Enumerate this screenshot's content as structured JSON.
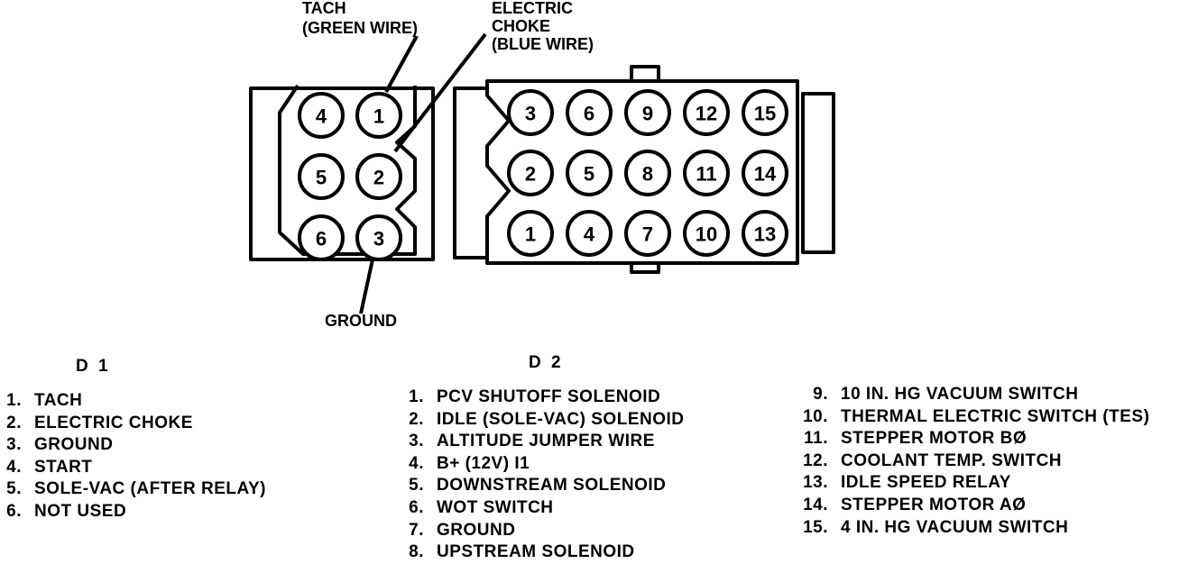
{
  "callouts": {
    "tach": [
      "TACH",
      "(GREEN WIRE)"
    ],
    "electric_choke": [
      "ELECTRIC",
      "CHOKE",
      "(BLUE WIRE)"
    ],
    "ground": [
      "GROUND"
    ]
  },
  "d1": {
    "label": "D 1",
    "pins": [
      "1",
      "2",
      "3",
      "4",
      "5",
      "6"
    ],
    "legend": [
      {
        "num": "1.",
        "text": "TACH"
      },
      {
        "num": "2.",
        "text": "ELECTRIC CHOKE"
      },
      {
        "num": "3.",
        "text": "GROUND"
      },
      {
        "num": "4.",
        "text": "START"
      },
      {
        "num": "5.",
        "text": "SOLE-VAC (AFTER RELAY)"
      },
      {
        "num": "6.",
        "text": "NOT USED"
      }
    ]
  },
  "d2": {
    "label": "D 2",
    "pins": [
      "1",
      "2",
      "3",
      "4",
      "5",
      "6",
      "7",
      "8",
      "9",
      "10",
      "11",
      "12",
      "13",
      "14",
      "15"
    ],
    "legend": [
      {
        "num": "1.",
        "text": "PCV SHUTOFF SOLENOID"
      },
      {
        "num": "2.",
        "text": "IDLE (SOLE-VAC) SOLENOID"
      },
      {
        "num": "3.",
        "text": "ALTITUDE JUMPER WIRE"
      },
      {
        "num": "4.",
        "text": "B+ (12V) I1"
      },
      {
        "num": "5.",
        "text": "DOWNSTREAM SOLENOID"
      },
      {
        "num": "6.",
        "text": "WOT SWITCH"
      },
      {
        "num": "7.",
        "text": "GROUND"
      },
      {
        "num": "8.",
        "text": "UPSTREAM SOLENOID"
      },
      {
        "num": "9.",
        "text": "10 IN. HG VACUUM SWITCH"
      },
      {
        "num": "10.",
        "text": "THERMAL ELECTRIC SWITCH (TES)"
      },
      {
        "num": "11.",
        "text": "STEPPER MOTOR BØ"
      },
      {
        "num": "12.",
        "text": "COOLANT TEMP. SWITCH"
      },
      {
        "num": "13.",
        "text": "IDLE SPEED RELAY"
      },
      {
        "num": "14.",
        "text": "STEPPER MOTOR AØ"
      },
      {
        "num": "15.",
        "text": "4 IN. HG VACUUM SWITCH"
      }
    ]
  }
}
